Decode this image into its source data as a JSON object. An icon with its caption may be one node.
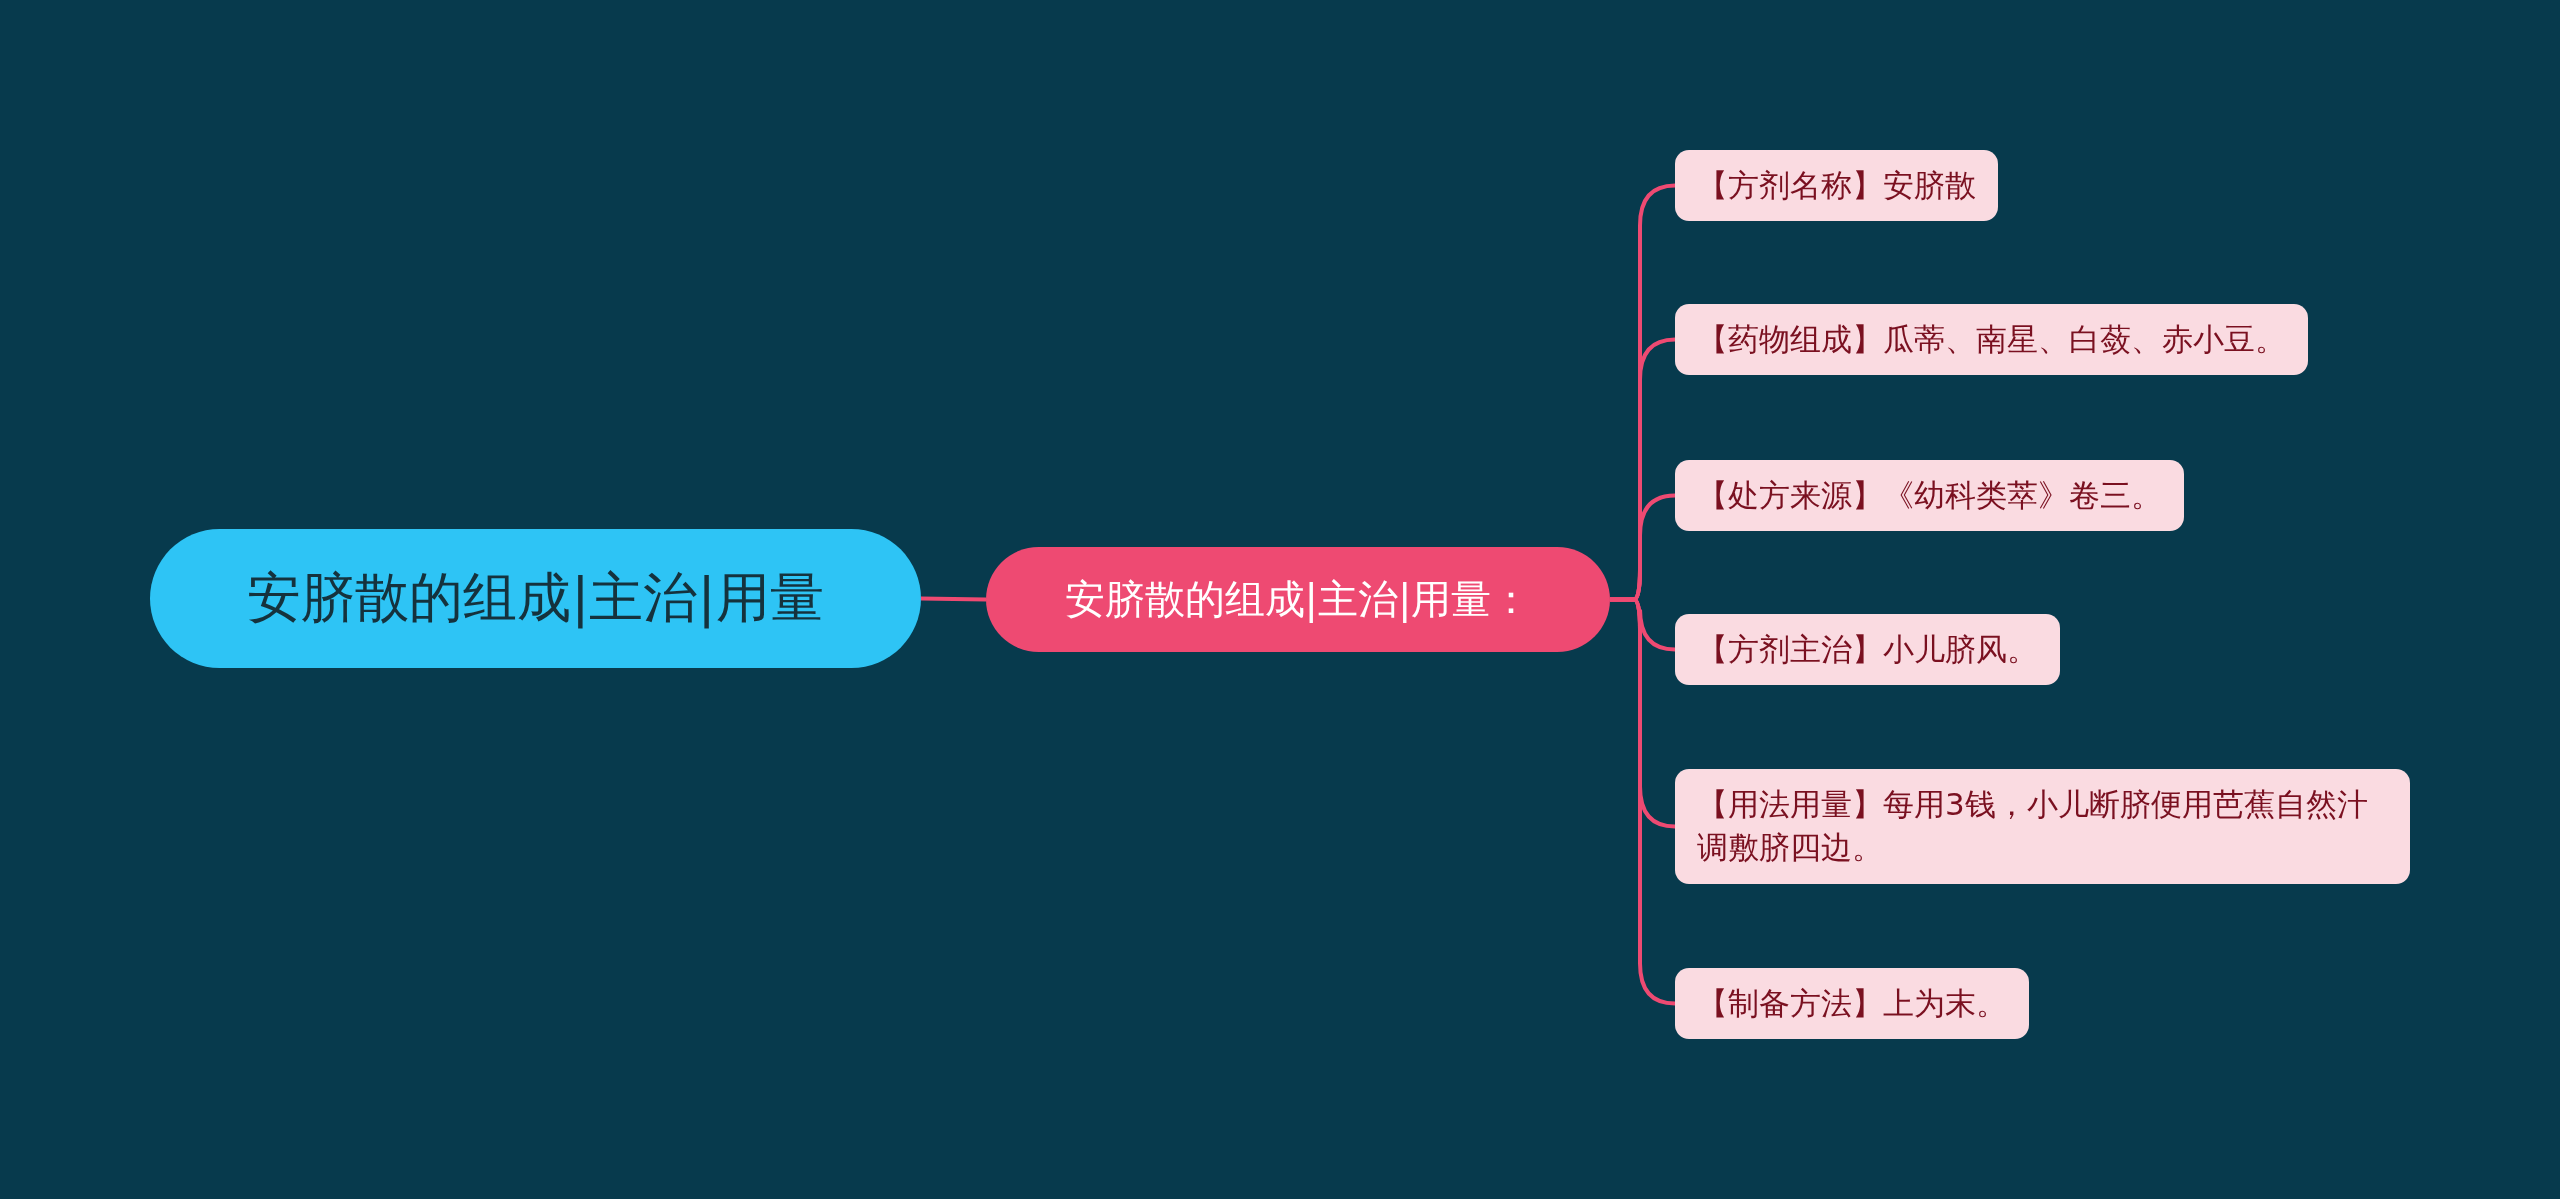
{
  "diagram": {
    "nodes": [
      {
        "text": [
          "安脐散的组成|主治|用量"
        ]
      },
      {
        "text": [
          "安脐散的组成|主治|用量："
        ]
      },
      {
        "text": [
          "【方剂名称】安脐散"
        ]
      },
      {
        "text": [
          "【药物组成】瓜蒂、南星、白蔹、赤小豆。"
        ]
      },
      {
        "text": [
          "【处方来源】《幼科类萃》卷三。"
        ]
      },
      {
        "text": [
          "【方剂主治】小儿脐风。"
        ]
      },
      {
        "text": [
          "【用法用量】每用3钱，小儿断脐便用芭蕉自然汁调敷脐四边。"
        ]
      },
      {
        "text": [
          "【制备方法】上为末。"
        ]
      }
    ],
    "edges": [
      {
        "from": 0,
        "to": 1,
        "arrow": "none"
      },
      {
        "from": 1,
        "to": 2,
        "arrow": "none"
      },
      {
        "from": 1,
        "to": 3,
        "arrow": "none"
      },
      {
        "from": 1,
        "to": 4,
        "arrow": "none"
      },
      {
        "from": 1,
        "to": 5,
        "arrow": "none"
      },
      {
        "from": 1,
        "to": 6,
        "arrow": "none"
      },
      {
        "from": 1,
        "to": 7,
        "arrow": "none"
      }
    ]
  }
}
